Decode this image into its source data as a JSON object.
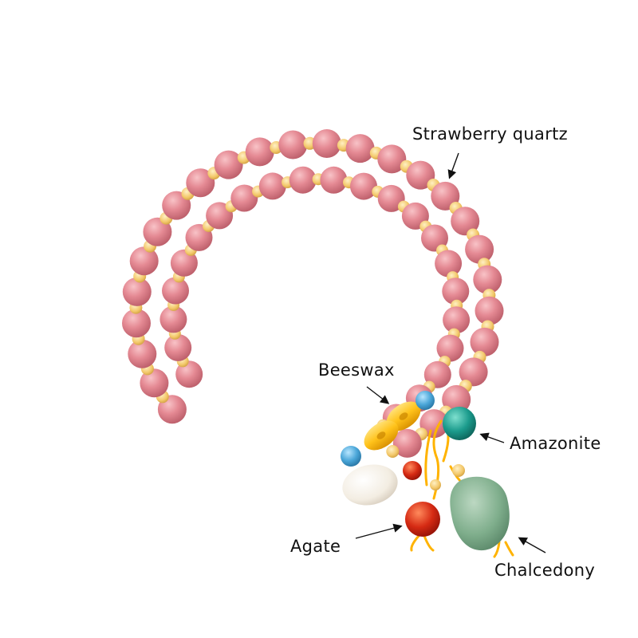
{
  "labels": {
    "strawberry_quartz": "Strawberry quartz",
    "beeswax": "Beeswax",
    "amazonite": "Amazonite",
    "agate": "Agate",
    "chalcedony": "Chalcedony"
  },
  "colors": {
    "strawberry_quartz": "#e58a94",
    "seed_bead": "#f3c86a",
    "beeswax": "#ffc21a",
    "turquoise_bead": "#4aa6d8",
    "amazonite": "#1b9b8c",
    "agate": "#d52a13",
    "pearl": "#f6f1e8",
    "chalcedony": "#7fae8c",
    "cord": "#ffb300",
    "label_text": "#111111"
  }
}
